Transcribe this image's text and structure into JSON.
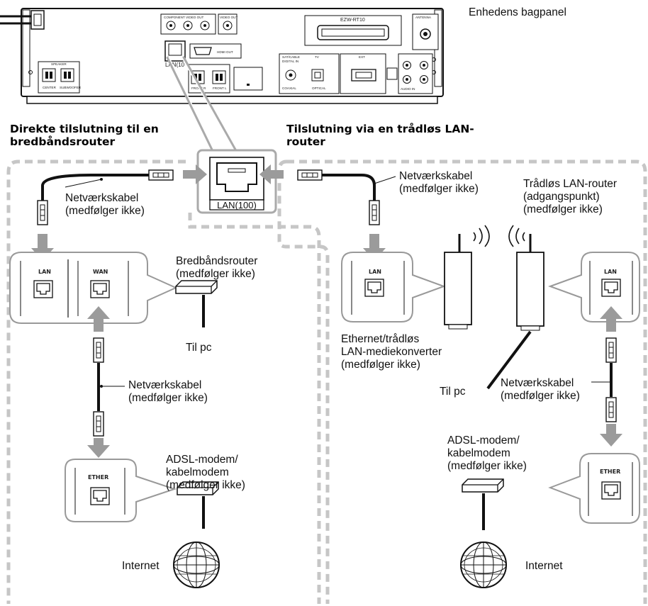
{
  "device": {
    "title": "Enhedens bagpanel",
    "badge": "EZW-RT10",
    "lan_port_short": "LAN(10",
    "hdmi_out": "HDMI OUT",
    "component_video_out": "COMPONENT VIDEO OUT",
    "video_out": "VIDEO OUT",
    "speaker": "SPEAKER",
    "center": "CENTER",
    "subwoofer": "SUBWOOFER",
    "front_r": "FRONT R",
    "front_l": "FRONT L",
    "sat_cable": "SAT/CABLE",
    "tv": "TV",
    "ext": "EXT",
    "antenna": "ANTENNA",
    "coaxial": "COAXIAL",
    "digital_in": "DIGITAL IN",
    "optical": "OPTICAL",
    "audio_in": "AUDIO IN"
  },
  "lan_port_label": "LAN(100)",
  "sections": {
    "left_header_line1": "Direkte tilslutning til en",
    "left_header_line2": "bredbåndsrouter",
    "right_header_line1": "Tilslutning via en trådløs LAN-",
    "right_header_line2": "router"
  },
  "port_labels": {
    "lan": "LAN",
    "wan": "WAN",
    "ether": "ETHER"
  },
  "labels": {
    "network_cable": "Netværkskabel",
    "not_supplied": "(medfølger ikke)",
    "broadband_router": "Bredbåndsrouter",
    "to_pc": "Til pc",
    "adsl_modem": "ADSL-modem/",
    "cable_modem": "kabelmodem",
    "internet": "Internet",
    "ethernet_wireless_1": "Ethernet/trådløs",
    "ethernet_wireless_2": "LAN-mediekonverter",
    "wireless_router": "Trådløs LAN-router",
    "access_point": "(adgangspunkt)"
  }
}
